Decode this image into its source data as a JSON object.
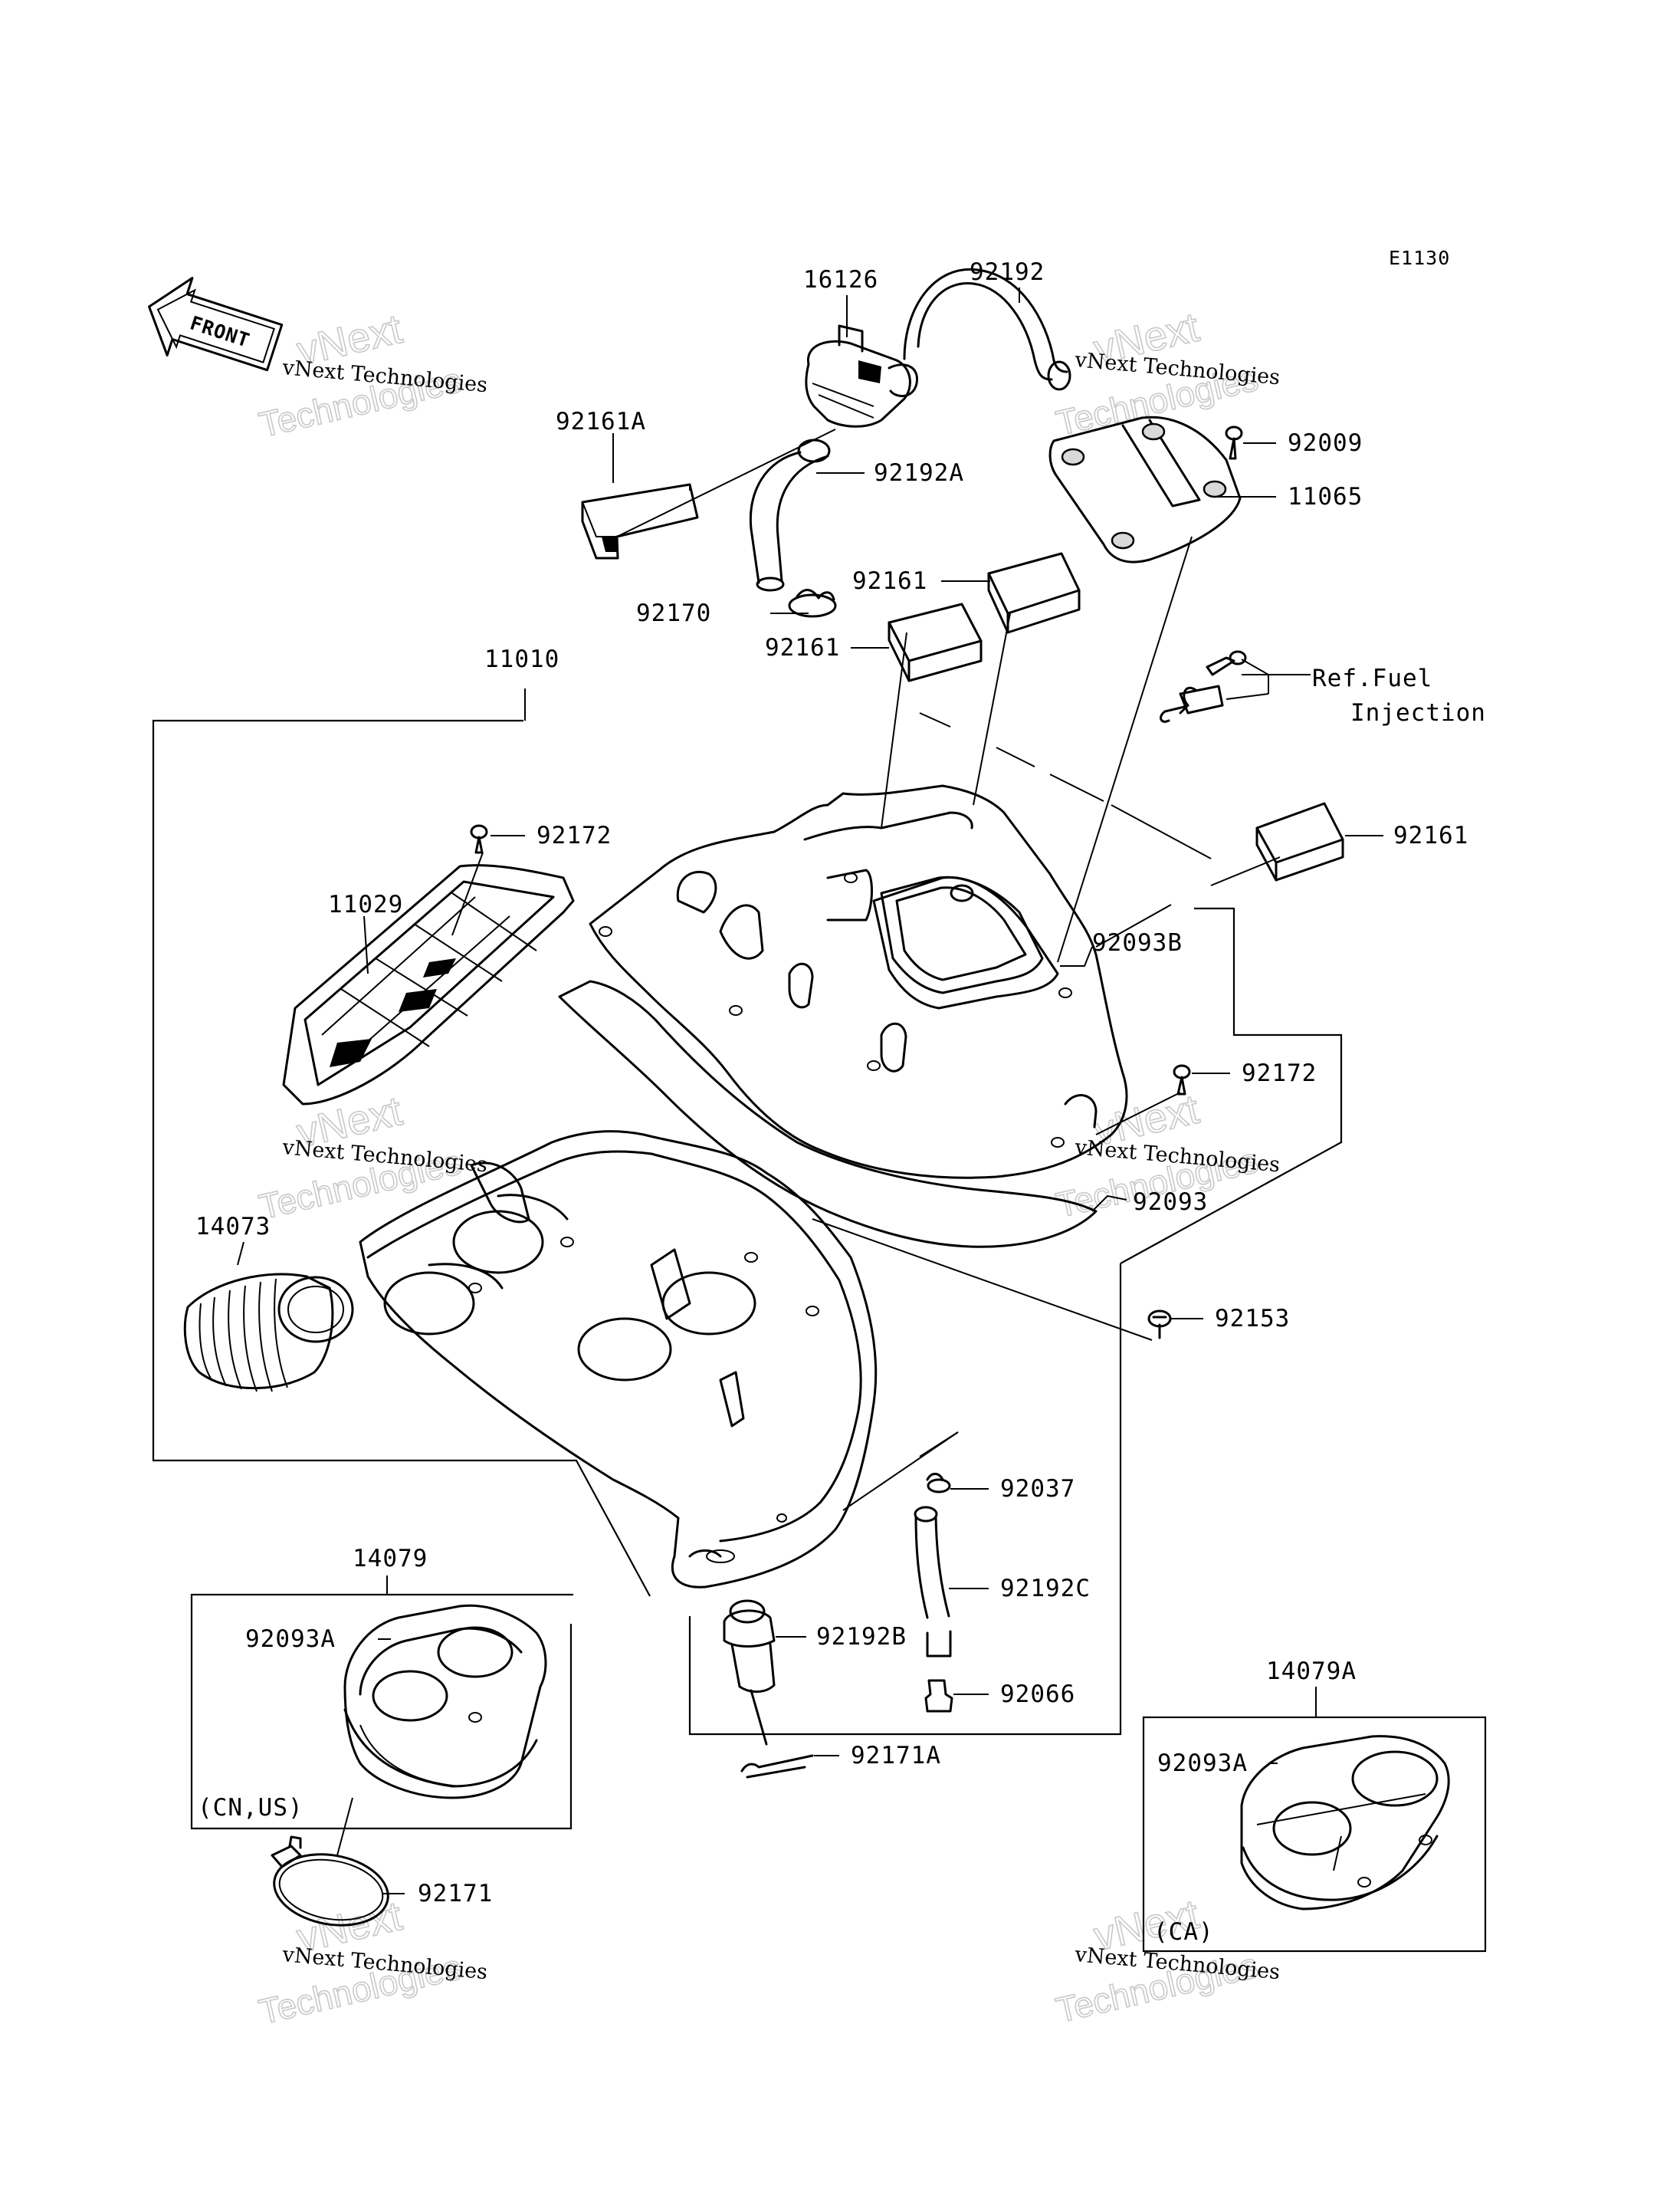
{
  "diagram_code": "E1130",
  "front_label": "FRONT",
  "callouts": {
    "p16126": "16126",
    "p92192": "92192",
    "p92161A": "92161A",
    "p92192A": "92192A",
    "p92009": "92009",
    "p11065": "11065",
    "p92161_a": "92161",
    "p92170": "92170",
    "p92161_b": "92161",
    "p11010": "11010",
    "ref_fuel_line1": "Ref.Fuel",
    "ref_fuel_line2": "Injection",
    "p92172_a": "92172",
    "p92161_c": "92161",
    "p11029": "11029",
    "p92093B": "92093B",
    "p92172_b": "92172",
    "p14073": "14073",
    "p92093": "92093",
    "p92153": "92153",
    "p92037": "92037",
    "p14079": "14079",
    "p92192C": "92192C",
    "p92093A_a": "92093A",
    "p92192B": "92192B",
    "p92066": "92066",
    "p14079A": "14079A",
    "p92171A": "92171A",
    "p92093A_b": "92093A",
    "cn_us": "(CN,US)",
    "p92171": "92171",
    "ca": "(CA)"
  },
  "watermark": {
    "brand": "vNext",
    "company": "vNext Technologies",
    "word": "Technologies"
  }
}
